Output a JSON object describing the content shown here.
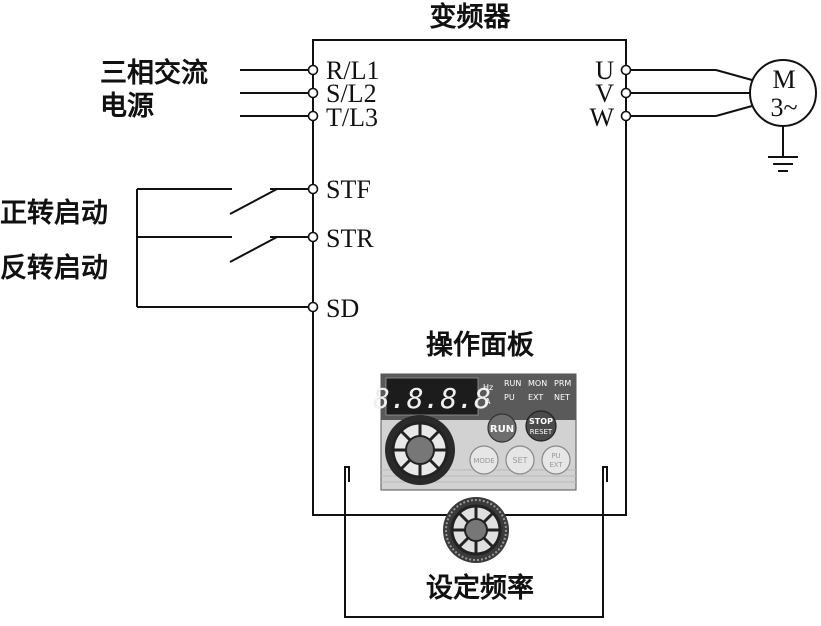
{
  "title": "变频器",
  "supply": {
    "line1": "三相交流",
    "line2": "电源"
  },
  "input_terminals": [
    "R/L1",
    "S/L2",
    "T/L3"
  ],
  "output_terminals": [
    "U",
    "V",
    "W"
  ],
  "motor": {
    "line1": "M",
    "line2": "3~"
  },
  "control": {
    "forward_label": "正转启动",
    "reverse_label": "反转启动",
    "terminals": [
      "STF",
      "STR",
      "SD"
    ]
  },
  "panel": {
    "title": "操作面板",
    "display": "8.8.8.8",
    "units": [
      "Hz",
      "A"
    ],
    "indicators_row1": [
      "RUN",
      "MON",
      "PRM"
    ],
    "indicators_row2": [
      "PU",
      "EXT",
      "NET"
    ],
    "run_button": "RUN",
    "stop_button_line1": "STOP",
    "stop_button_line2": "RESET",
    "mode_button": "MODE",
    "set_button": "SET",
    "pu_ext_line1": "PU",
    "pu_ext_line2": "EXT"
  },
  "frequency_setting_label": "设定频率"
}
